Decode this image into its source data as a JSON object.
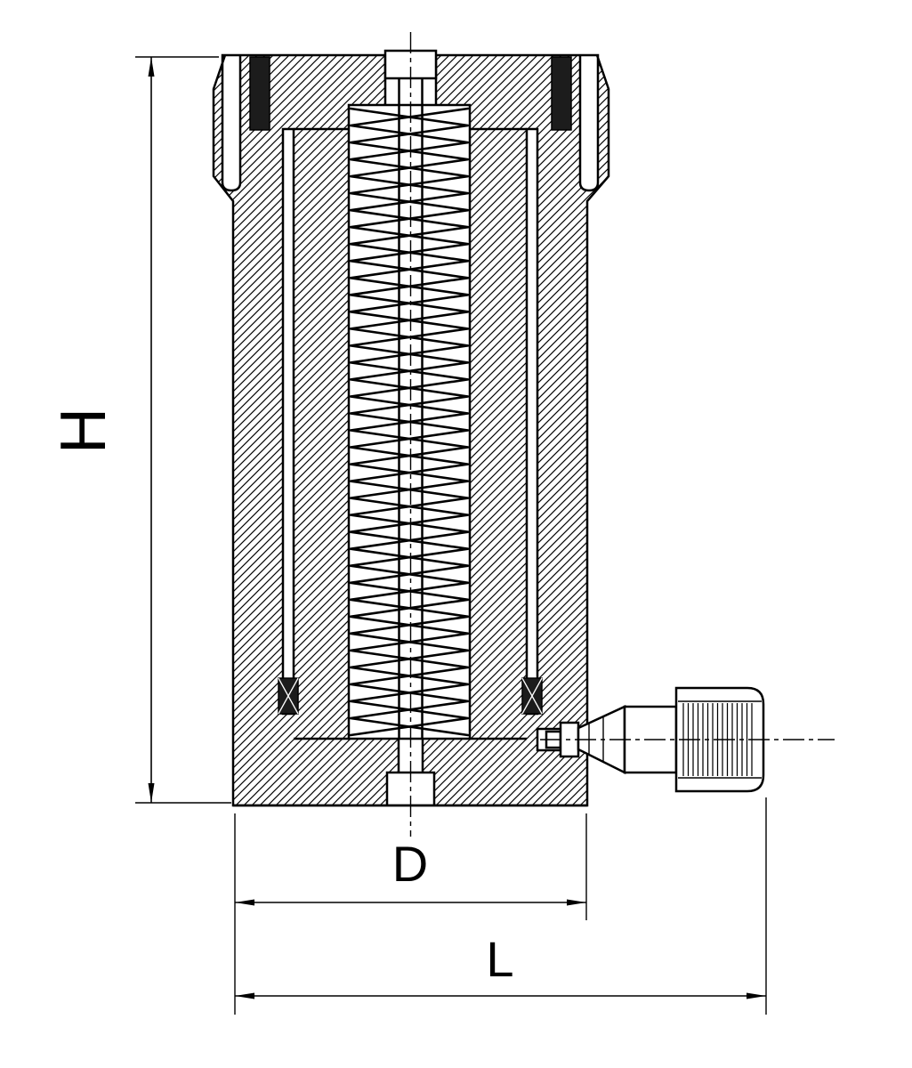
{
  "drawing": {
    "dimension_labels": {
      "height": "H",
      "diameter": "D",
      "length": "L"
    },
    "colors": {
      "line": "#000000",
      "background": "#ffffff",
      "dark_fill": "#1c1c1c"
    }
  }
}
